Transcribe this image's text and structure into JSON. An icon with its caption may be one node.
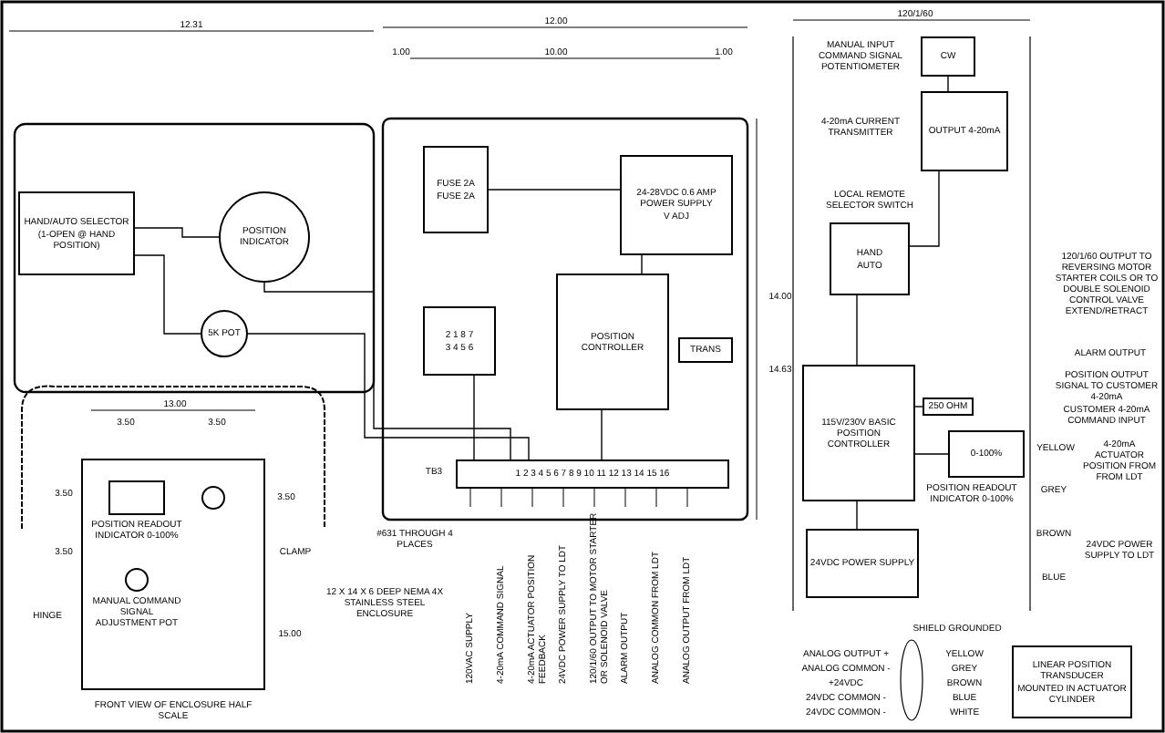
{
  "diagram": {
    "nodes": [
      {
        "text": [
          "HAND/AUTO SELECTOR",
          "(1-OPEN @ HAND POSITION)"
        ]
      },
      {
        "text": [
          "POSITION INDICATOR"
        ]
      },
      {
        "text": [
          "5K POT"
        ]
      },
      {
        "text": [
          "FUSE 2A",
          "FUSE 2A"
        ]
      },
      {
        "text": [
          "24-28VDC 0.6 AMP POWER SUPPLY",
          "V ADJ"
        ]
      },
      {
        "text": [
          "POSITION CONTROLLER"
        ]
      },
      {
        "text": [
          "2 1 8 7",
          "3 4 5 6"
        ]
      },
      {
        "text": [
          "1 2 3 4 5 6 7 8 9 10 11 12 13 14 15 16"
        ],
        "beside": [
          "TB3"
        ]
      },
      {
        "text": [
          "TRANS"
        ]
      },
      {
        "text": [
          "CW"
        ]
      },
      {
        "text": [
          "OUTPUT 4-20mA"
        ]
      },
      {
        "text": [
          "HAND",
          "AUTO"
        ]
      },
      {
        "text": [
          "115V/230V BASIC POSITION CONTROLLER"
        ]
      },
      {
        "text": [
          "0-100%"
        ],
        "beside": [
          "POSITION READOUT INDICATOR 0-100%"
        ]
      },
      {
        "text": [
          "24VDC POWER SUPPLY"
        ]
      },
      {
        "text": [
          "LINEAR POSITION TRANSDUCER",
          "MOUNTED IN ACTUATOR CYLINDER"
        ]
      },
      {
        "text": [
          "250 OHM"
        ]
      }
    ],
    "edges": [
      {
        "from": 0,
        "to": 1,
        "arrow": "none"
      },
      {
        "from": 0,
        "to": 2,
        "arrow": "none"
      },
      {
        "from": 3,
        "to": 4,
        "arrow": "none"
      },
      {
        "from": 4,
        "to": 5,
        "arrow": "none"
      },
      {
        "from": 6,
        "to": 7,
        "arrow": "none"
      },
      {
        "from": 5,
        "to": 7,
        "arrow": "none"
      },
      {
        "from": 1,
        "to": 7,
        "arrow": "none"
      },
      {
        "from": 9,
        "to": 10,
        "arrow": "none"
      },
      {
        "from": 10,
        "to": 11,
        "arrow": "none"
      },
      {
        "from": 11,
        "to": 12,
        "arrow": "none"
      },
      {
        "from": 16,
        "to": 12,
        "arrow": "none"
      },
      {
        "from": 12,
        "to": 13,
        "arrow": "none"
      },
      {
        "from": 14,
        "to": 12,
        "arrow": "none"
      },
      {
        "from": 2,
        "to": 7,
        "arrow": "none"
      }
    ],
    "labels": [
      "12.31",
      "12.00",
      "1.00",
      "10.00",
      "1.00",
      "14.00",
      "14.63",
      "120/1/60",
      "MANUAL INPUT COMMAND SIGNAL POTENTIOMETER",
      "4-20mA CURRENT TRANSMITTER",
      "LOCAL REMOTE SELECTOR SWITCH",
      "120/1/60 OUTPUT TO REVERSING MOTOR STARTER COILS OR TO DOUBLE SOLENOID CONTROL VALVE EXTEND/RETRACT",
      "ALARM OUTPUT",
      "POSITION OUTPUT SIGNAL TO CUSTOMER 4-20mA",
      "CUSTOMER 4-20mA COMMAND INPUT",
      "YELLOW",
      "4-20mA ACTUATOR POSITION FROM FROM LDT",
      "GREY",
      "BROWN",
      "24VDC POWER SUPPLY TO LDT",
      "BLUE",
      "SHIELD GROUNDED",
      "ANALOG OUTPUT +",
      "ANALOG COMMON -",
      "+24VDC",
      "24VDC COMMON -",
      "24VDC COMMON -",
      "YELLOW",
      "GREY",
      "BROWN",
      "BLUE",
      "WHITE",
      "#631 THROUGH 4 PLACES",
      "12 X 14 X 6 DEEP NEMA 4X STAINLESS STEEL ENCLOSURE",
      "120VAC SUPPLY",
      "4-20mA COMMAND SIGNAL",
      "4-20mA ACTUATOR POSITION FEEDBACK",
      "24VDC POWER SUPPLY TO LDT",
      "120/1/60 OUTPUT TO MOTOR STARTER OR SOLENOID VALVE",
      "ALARM OUTPUT",
      "ANALOG COMMON FROM LDT",
      "ANALOG OUTPUT FROM LDT",
      "FRONT VIEW OF ENCLOSURE HALF SCALE",
      "CLAMP",
      "HINGE",
      "13.00",
      "3.50",
      "3.50",
      "3.50",
      "3.50",
      "3.50",
      "15.00",
      "POSITION READOUT INDICATOR 0-100%",
      "MANUAL COMMAND SIGNAL ADJUSTMENT POT"
    ]
  }
}
